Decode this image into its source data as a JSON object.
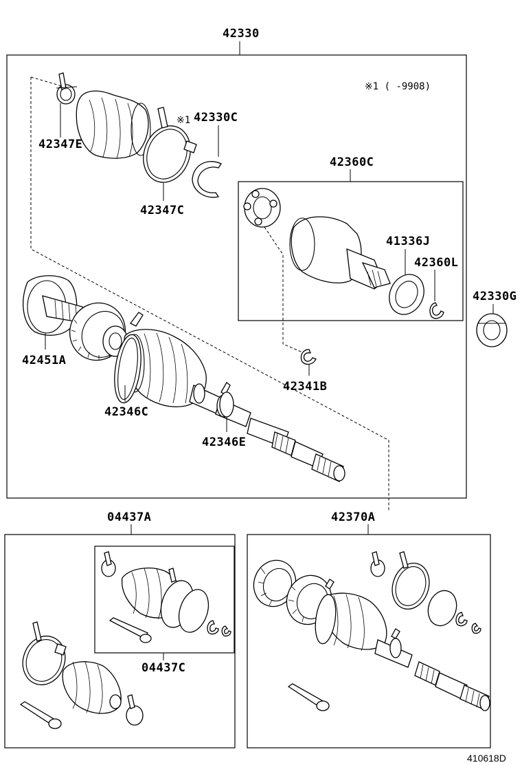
{
  "diagram": {
    "main_assembly": "42330",
    "note": "※1 (     -9908)",
    "note_marker": "※1",
    "labels": {
      "p42347E": "42347E",
      "p42330C": "42330C",
      "p42347C": "42347C",
      "p42360C": "42360C",
      "p41336J": "41336J",
      "p42360L": "42360L",
      "p42330G": "42330G",
      "p42451A": "42451A",
      "p42341B": "42341B",
      "p42346C": "42346C",
      "p42346E": "42346E",
      "p04437A": "04437A",
      "p04437C": "04437C",
      "p42370A": "42370A"
    },
    "diagram_id": "410618D"
  }
}
